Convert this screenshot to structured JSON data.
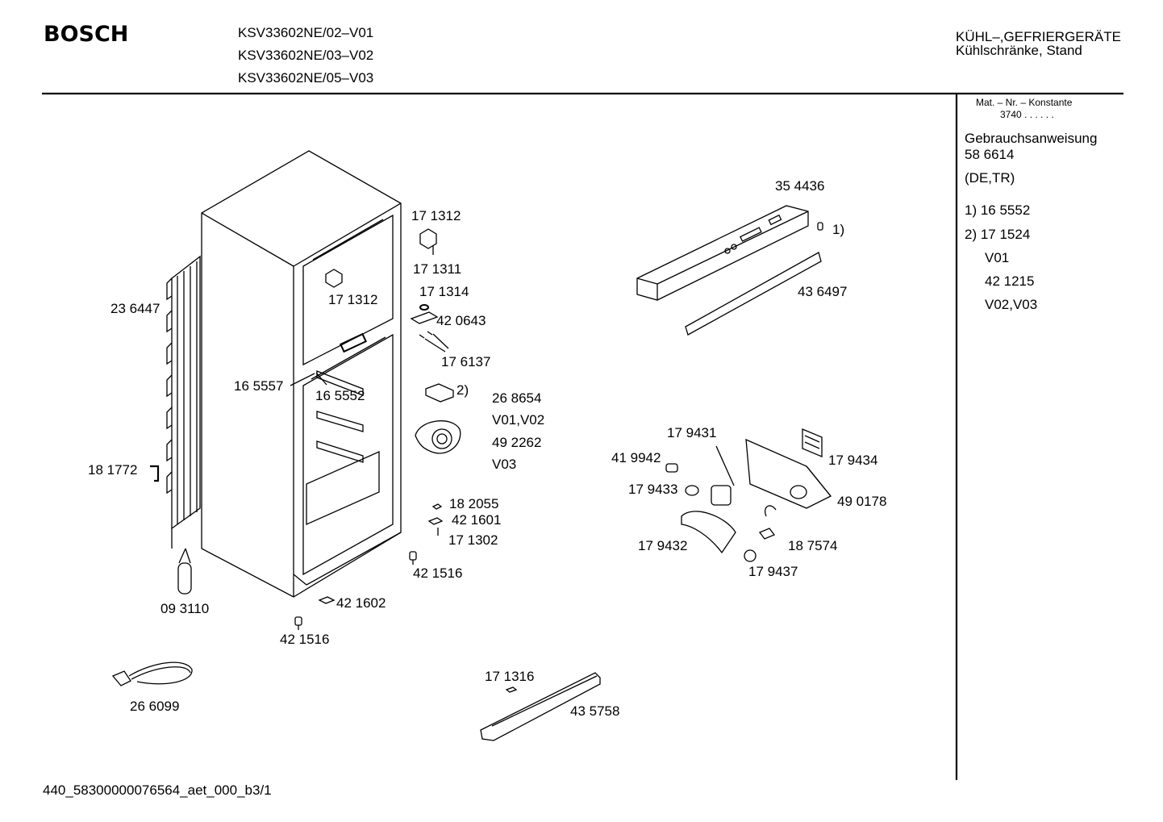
{
  "header": {
    "brand": "BOSCH",
    "models": [
      "KSV33602NE/02–V01",
      "KSV33602NE/03–V02",
      "KSV33602NE/05–V03"
    ],
    "category_line1": "KÜHL–,GEFRIERGERÄTE",
    "category_line2": "Kühlschränke, Stand"
  },
  "sidebar": {
    "mat_label": "Mat. – Nr. – Konstante",
    "mat_value": "3740  .   .    .  .  .  .",
    "manual_label": "Gebrauchsanweisung",
    "manual_number": "58 6614",
    "manual_lang": "(DE,TR)",
    "notes": [
      {
        "text": "1)  16 5552"
      },
      {
        "text": "2)  17 1524"
      },
      {
        "text": "V01"
      },
      {
        "text": "42 1215"
      },
      {
        "text": "V02,V03"
      }
    ]
  },
  "parts": {
    "p236447": "23 6447",
    "p181772": "18 1772",
    "p093110": "09 3110",
    "p266099": "26 6099",
    "p165557": "16 5557",
    "p165552": "16 5552",
    "p171312a": "17 1312",
    "p171312b": "17 1312",
    "p171311": "17 1311",
    "p171314": "17 1314",
    "p420643": "42 0643",
    "p176137": "17 6137",
    "p2": "2)",
    "p268654": "26 8654",
    "pv0102": "V01,V02",
    "p492262": "49 2262",
    "pv03": "V03",
    "p182055": "18 2055",
    "p421601": "42 1601",
    "p171302": "17 1302",
    "p421516a": "42 1516",
    "p421602": "42 1602",
    "p421516b": "42 1516",
    "p171316": "17 1316",
    "p435758": "43 5758",
    "p354436": "35 4436",
    "p1": "1)",
    "p436497": "43 6497",
    "p179431": "17 9431",
    "p179434": "17 9434",
    "p419942": "41 9942",
    "p179433": "17 9433",
    "p490178": "49 0178",
    "p179432": "17 9432",
    "p187574": "18 7574",
    "p179437": "17 9437"
  },
  "footer": {
    "doc_id": "440_58300000076564_aet_000_b3/1"
  }
}
